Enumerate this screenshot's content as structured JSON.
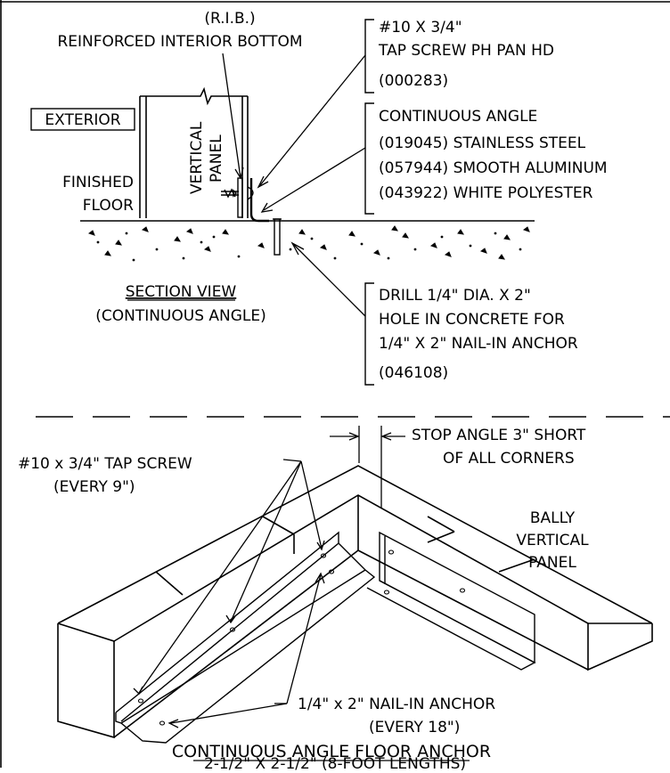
{
  "section": {
    "rib_abbrev": "(R.I.B.)",
    "rib_full": "REINFORCED INTERIOR BOTTOM",
    "screw_note": [
      "#10 X 3/4\"",
      "TAP SCREW PH PAN HD",
      "(000283)"
    ],
    "exterior": "EXTERIOR",
    "panel": [
      "VERTICAL",
      "PANEL"
    ],
    "finished_floor": [
      "FINISHED",
      "FLOOR"
    ],
    "angle_note": [
      "CONTINUOUS ANGLE",
      "(019045) STAINLESS STEEL",
      "(057944) SMOOTH ALUMINUM",
      "(043922) WHITE POLYESTER"
    ],
    "view_title": "SECTION VIEW",
    "view_sub": "(CONTINUOUS ANGLE)",
    "drill_note": [
      "DRILL 1/4\" DIA. X 2\"",
      "HOLE IN CONCRETE FOR",
      "1/4\" X 2\" NAIL-IN ANCHOR",
      "(046108)"
    ]
  },
  "iso": {
    "stop_note": [
      "STOP ANGLE 3\" SHORT",
      "OF ALL CORNERS"
    ],
    "screw_note": [
      "#10 x 3/4\" TAP SCREW",
      "(EVERY 9\")"
    ],
    "panel_note": [
      "BALLY",
      "VERTICAL",
      "PANEL"
    ],
    "anchor_note": [
      "1/4\" x 2\" NAIL-IN ANCHOR",
      "(EVERY 18\")"
    ],
    "title": "CONTINUOUS ANGLE FLOOR ANCHOR",
    "subtitle": "2-1/2\" X 2-1/2\" (8-FOOT LENGTHS)"
  }
}
